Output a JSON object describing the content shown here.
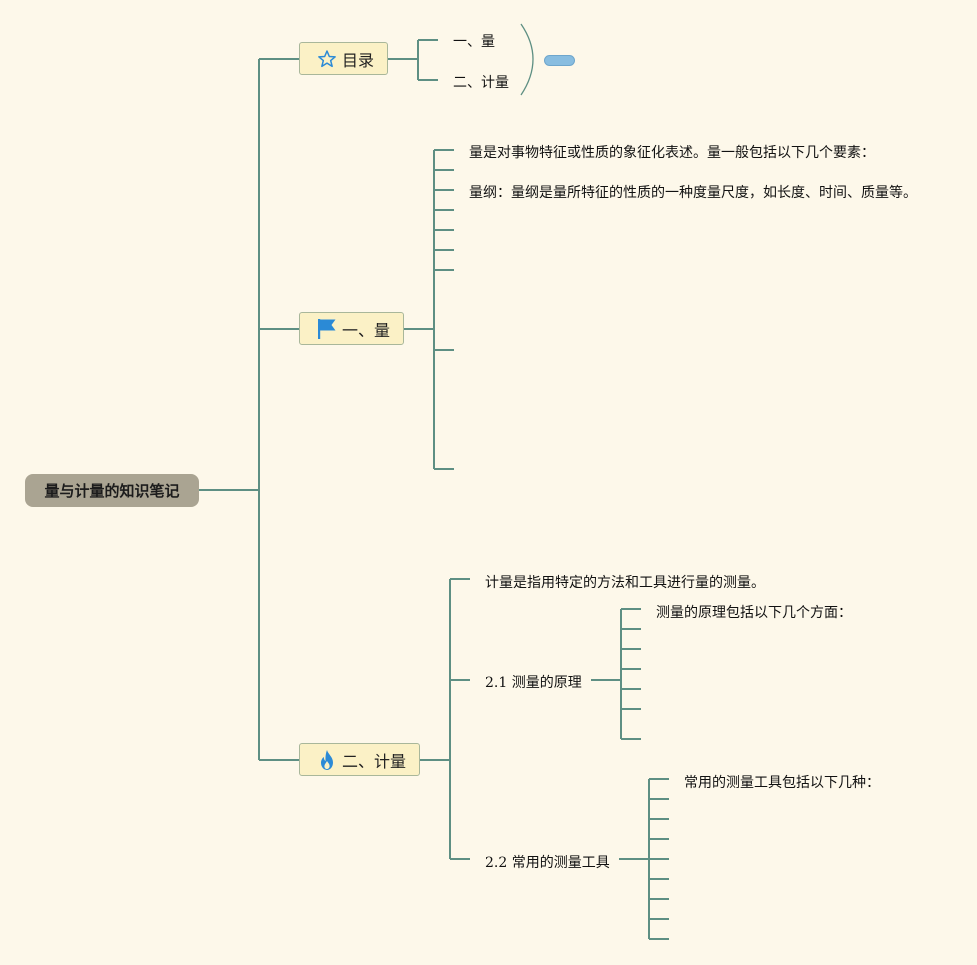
{
  "root": {
    "title": "量与计量的知识笔记"
  },
  "toc": {
    "label": "目录",
    "icon": "star-icon",
    "items": [
      "一、量",
      "二、计量"
    ]
  },
  "section1": {
    "label": "一、量",
    "icon": "flag-icon",
    "lines": [
      "量是对事物特征或性质的象征化表述。量一般包括以下几个要素：",
      "量纲：量纲是量所特征的性质的一种度量尺度，如长度、时间、质量等。"
    ]
  },
  "section2": {
    "label": "二、计量",
    "icon": "fire-icon",
    "intro": "计量是指用特定的方法和工具进行量的测量。",
    "principle": {
      "label": "2.1 测量的原理",
      "text": "测量的原理包括以下几个方面："
    },
    "tools": {
      "label": "2.2 常用的测量工具",
      "text": "常用的测量工具包括以下几种："
    }
  },
  "colors": {
    "connector": "#5e8f83",
    "background": "#fdf8ea",
    "root_fill": "#aaa492",
    "branch_fill": "#fbf1c6",
    "badge_fill": "#88bde0",
    "icon_blue": "#2b8ad6"
  }
}
